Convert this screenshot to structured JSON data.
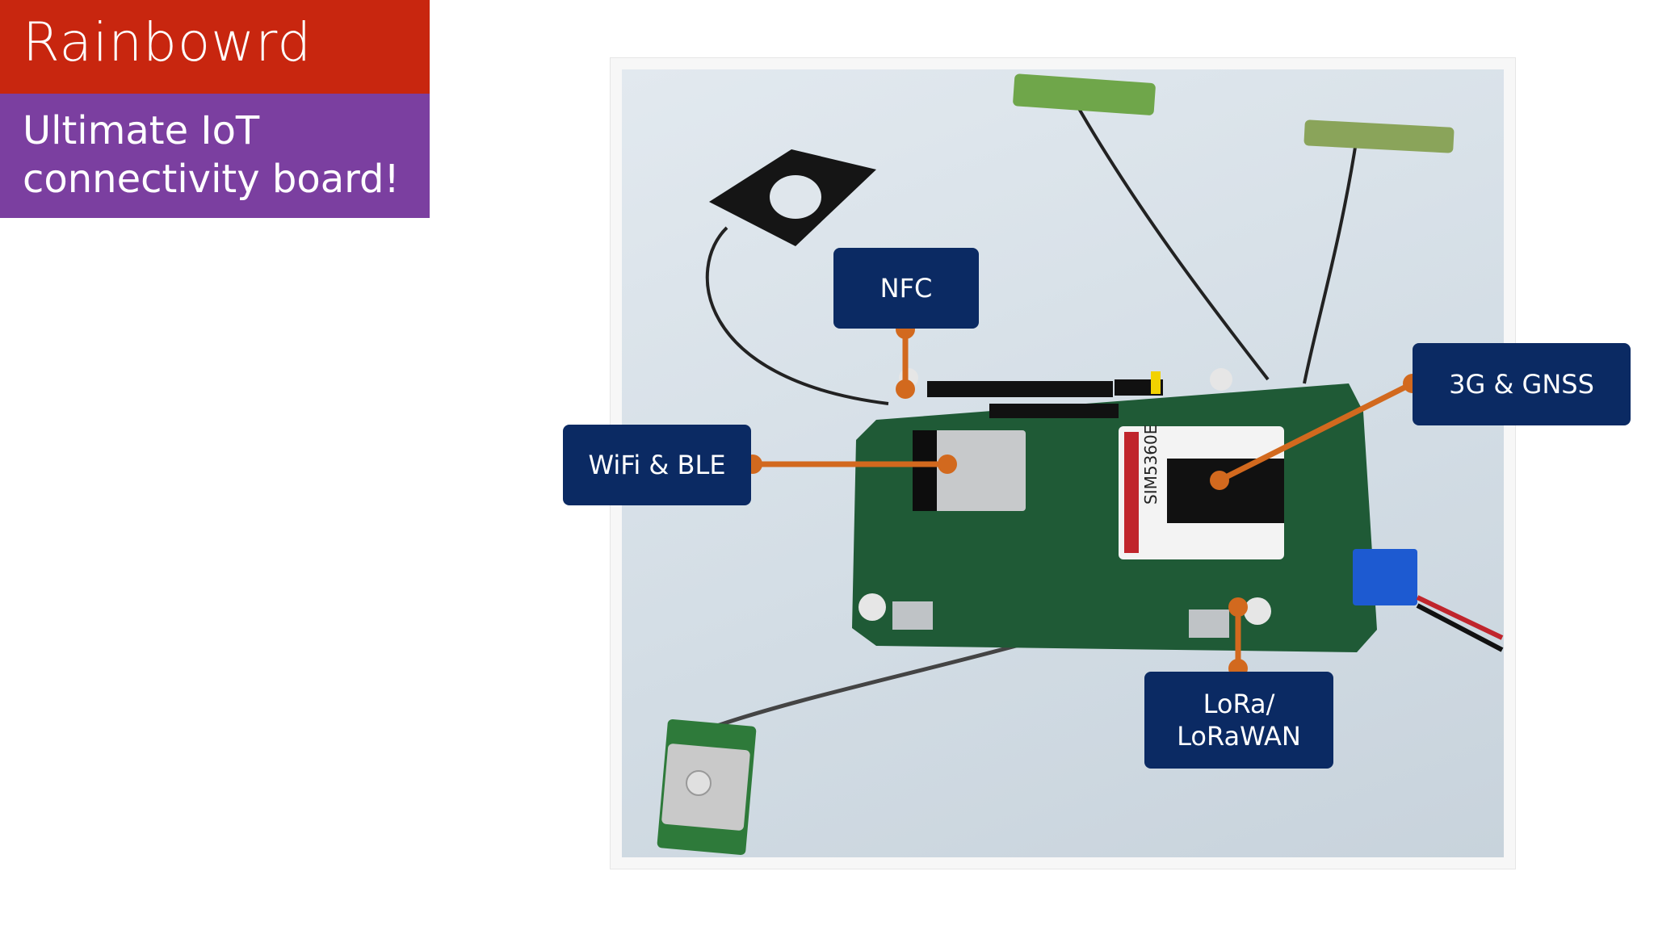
{
  "header": {
    "title": "Rainbowrd",
    "subtitle": "Ultimate IoT connectivity board!"
  },
  "callouts": {
    "nfc": "NFC",
    "wifi_ble": "WiFi & BLE",
    "gnss": "3G & GNSS",
    "lora": "LoRa/\nLoRaWAN"
  },
  "board_marking": "SIM5360E",
  "colors": {
    "title_bg": "#c8260f",
    "subtitle_bg": "#7b3fa0",
    "callout_bg": "#0b2a63",
    "connector": "#d2691e"
  }
}
